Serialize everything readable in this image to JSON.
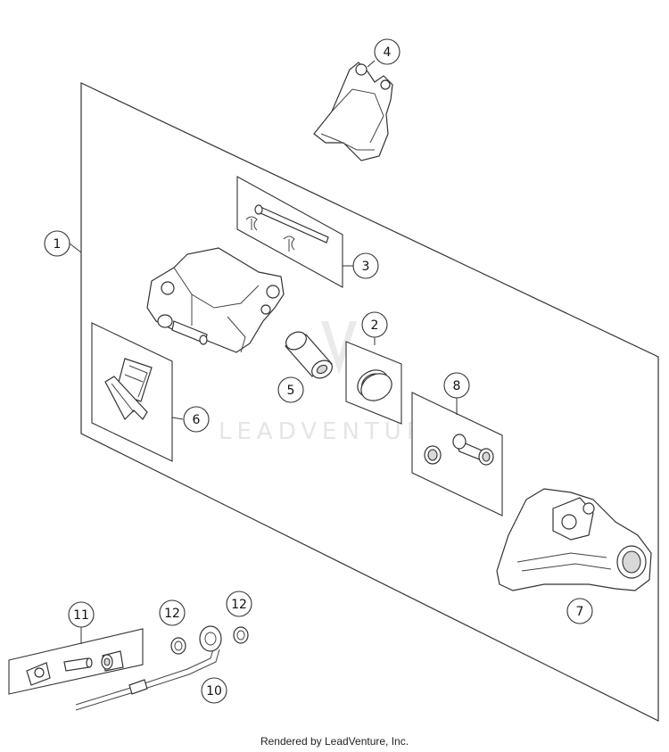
{
  "diagram": {
    "callouts": [
      {
        "id": "1",
        "label": "1"
      },
      {
        "id": "2",
        "label": "2"
      },
      {
        "id": "3",
        "label": "3"
      },
      {
        "id": "4",
        "label": "4"
      },
      {
        "id": "5",
        "label": "5"
      },
      {
        "id": "6",
        "label": "6"
      },
      {
        "id": "7",
        "label": "7"
      },
      {
        "id": "8",
        "label": "8"
      },
      {
        "id": "10",
        "label": "10"
      },
      {
        "id": "11",
        "label": "11"
      },
      {
        "id": "12a",
        "label": "12"
      },
      {
        "id": "12b",
        "label": "12"
      }
    ],
    "watermark": "LEADVENTURE"
  },
  "footer": {
    "text": "Rendered by LeadVenture, Inc."
  }
}
